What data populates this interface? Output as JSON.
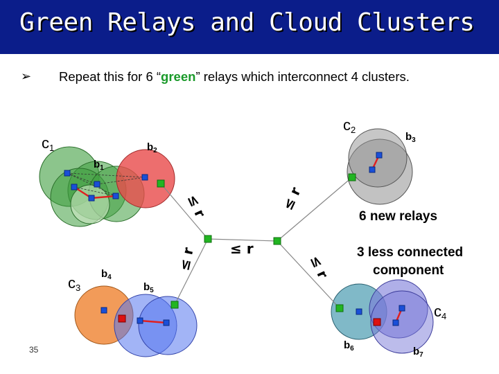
{
  "title": "Green Relays and Cloud Clusters",
  "bullet": {
    "prefix": "Repeat this for 6 “",
    "highlight": "green",
    "suffix": "” relays which interconnect 4 clusters."
  },
  "cluster_labels": {
    "c1": {
      "base": "c",
      "sub": "1"
    },
    "c2": {
      "base": "c",
      "sub": "2"
    },
    "c3": {
      "base": "c",
      "sub": "3"
    },
    "c4": {
      "base": "c",
      "sub": "4"
    }
  },
  "node_labels": {
    "b1": {
      "base": "b",
      "sub": "1"
    },
    "b2": {
      "base": "b",
      "sub": "2"
    },
    "b3": {
      "base": "b",
      "sub": "3"
    },
    "b4": {
      "base": "b",
      "sub": "4"
    },
    "b5": {
      "base": "b",
      "sub": "5"
    },
    "b6": {
      "base": "b",
      "sub": "6"
    },
    "b7": {
      "base": "b",
      "sub": "7"
    }
  },
  "edge_label": "≤ r",
  "annotations": {
    "new_relays": "6 new relays",
    "less_connected_line1": "3 less connected",
    "less_connected_line2": "component"
  },
  "page_number": "35",
  "colors": {
    "title_bar": "#0b1d8a",
    "relay_green": "#22b522",
    "cluster_green": "#3f9e3f",
    "cluster_red": "#e84a4a",
    "cluster_gray": "#8f8f8f",
    "cluster_orange": "#f08a3c",
    "cluster_blue": "#5577ee",
    "cluster_teal": "#4a9bb0",
    "cluster_purple": "#7a7ad8",
    "node_blue": "#1a4fd8",
    "link_red": "#e02020",
    "node_red": "#dd1111"
  }
}
